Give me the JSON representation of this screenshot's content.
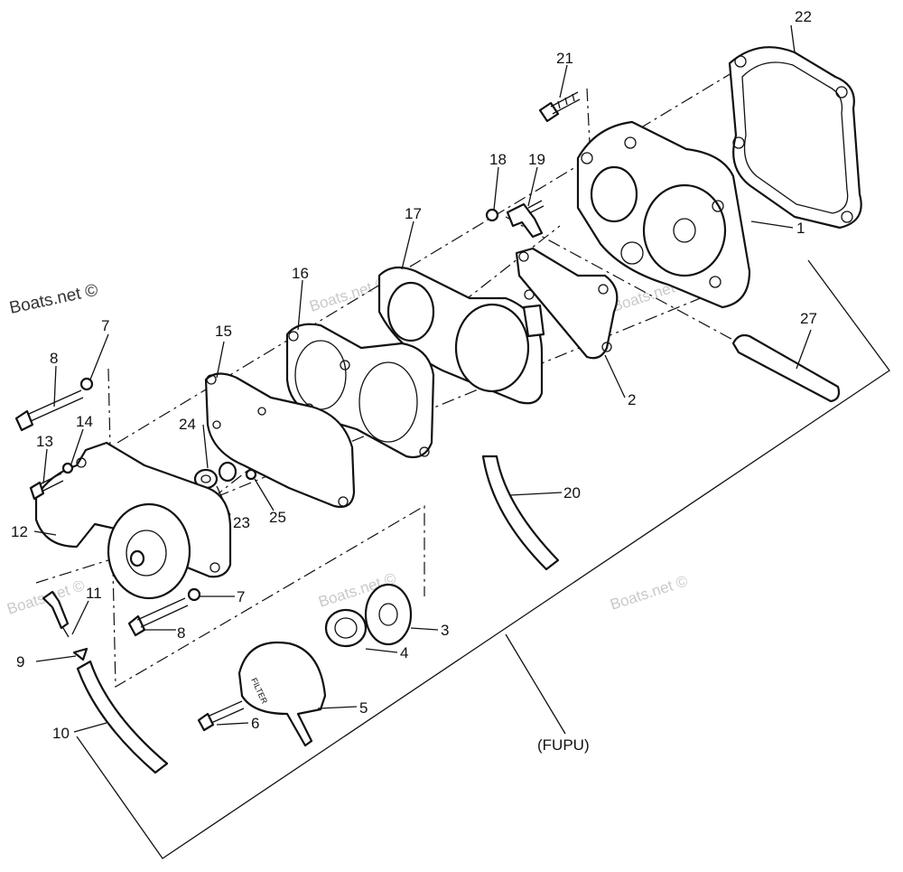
{
  "watermarks": {
    "main": "Boats.net ©",
    "faint_1": "Boats.net ©",
    "faint_2": "Boats.net ©",
    "faint_3": "Boats.net ©",
    "faint_4": "Boats.net ©",
    "faint_5": "Boats.net ©"
  },
  "assembly_label": "(FUPU)",
  "filter_text": "FILTER",
  "callouts": {
    "c1": "1",
    "c2": "2",
    "c3": "3",
    "c4": "4",
    "c5": "5",
    "c6": "6",
    "c7a": "7",
    "c7b": "7",
    "c8a": "8",
    "c8b": "8",
    "c9": "9",
    "c10": "10",
    "c11": "11",
    "c12": "12",
    "c13": "13",
    "c14": "14",
    "c15": "15",
    "c16": "16",
    "c17": "17",
    "c18": "18",
    "c19": "19",
    "c20": "20",
    "c21": "21",
    "c22": "22",
    "c23": "23",
    "c24": "24",
    "c25": "25",
    "c27": "27"
  }
}
